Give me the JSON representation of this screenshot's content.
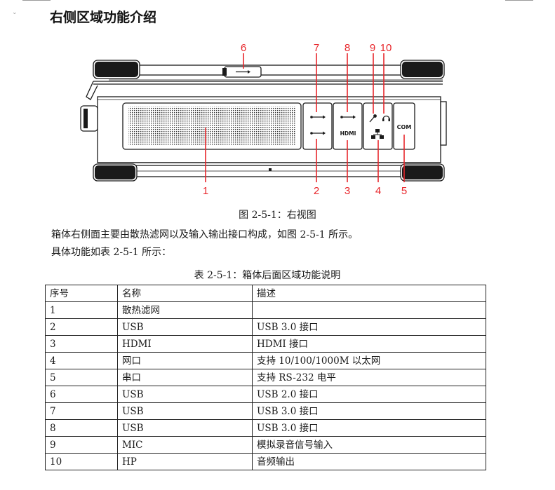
{
  "page": {
    "title": "右侧区域功能介绍"
  },
  "figure": {
    "callouts_top": [
      "6",
      "7",
      "8",
      "9",
      "10"
    ],
    "callouts_bottom": [
      "1",
      "2",
      "3",
      "4",
      "5"
    ],
    "port_labels": {
      "hdmi": "HDMI",
      "com": "COM"
    },
    "caption": "图 2-5-1：右视图"
  },
  "body": {
    "paragraph_1": "箱体右侧面主要由散热滤网以及输入输出接口构成，如图 2-5-1 所示。",
    "paragraph_2": "具体功能如表 2-5-1 所示："
  },
  "table": {
    "caption": "表 2-5-1：箱体后面区域功能说明",
    "headers": [
      "序号",
      "名称",
      "描述"
    ],
    "rows": [
      [
        "1",
        "散热滤网",
        ""
      ],
      [
        "2",
        "USB",
        "USB 3.0 接口"
      ],
      [
        "3",
        "HDMI",
        "HDMI 接口"
      ],
      [
        "4",
        "网口",
        "支持 10/100/1000M 以太网"
      ],
      [
        "5",
        "串口",
        "支持 RS-232 电平"
      ],
      [
        "6",
        "USB",
        "USB 2.0 接口"
      ],
      [
        "7",
        "USB",
        "USB 3.0 接口"
      ],
      [
        "8",
        "USB",
        "USB 3.0 接口"
      ],
      [
        "9",
        "MIC",
        "模拟录音信号输入"
      ],
      [
        "10",
        "HP",
        "音频输出"
      ]
    ]
  },
  "colors": {
    "callout": "#e8262b",
    "line_art": "#1a1a1a",
    "text": "#1a1a1a"
  }
}
